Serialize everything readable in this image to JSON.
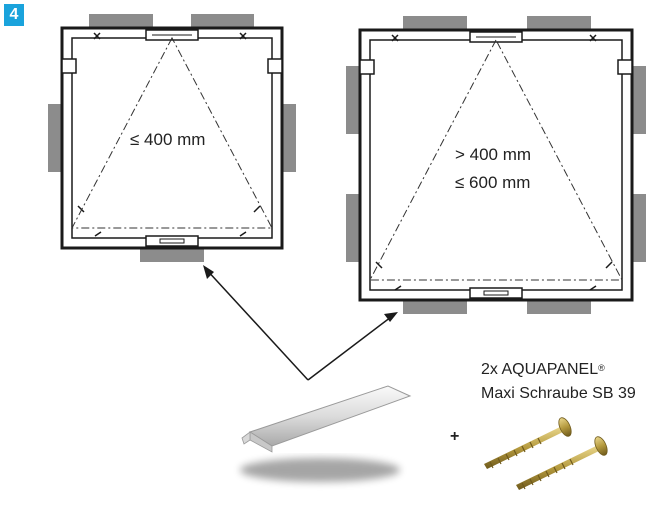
{
  "step": {
    "number": "4",
    "color": "#1aa3dc"
  },
  "left_frame": {
    "label": "≤ 400 mm"
  },
  "right_frame": {
    "label_line1": "> 400 mm",
    "label_line2": "≤ 600 mm"
  },
  "screws": {
    "line1": "2x AQUAPANEL",
    "registered": "®",
    "line2": "Maxi Schraube SB 39"
  },
  "plus_sign": "+",
  "colors": {
    "board": "#8c8c8c",
    "frame": "#1a1a1a",
    "screw": "#b59a3e",
    "profile": "#e6e6e6"
  }
}
